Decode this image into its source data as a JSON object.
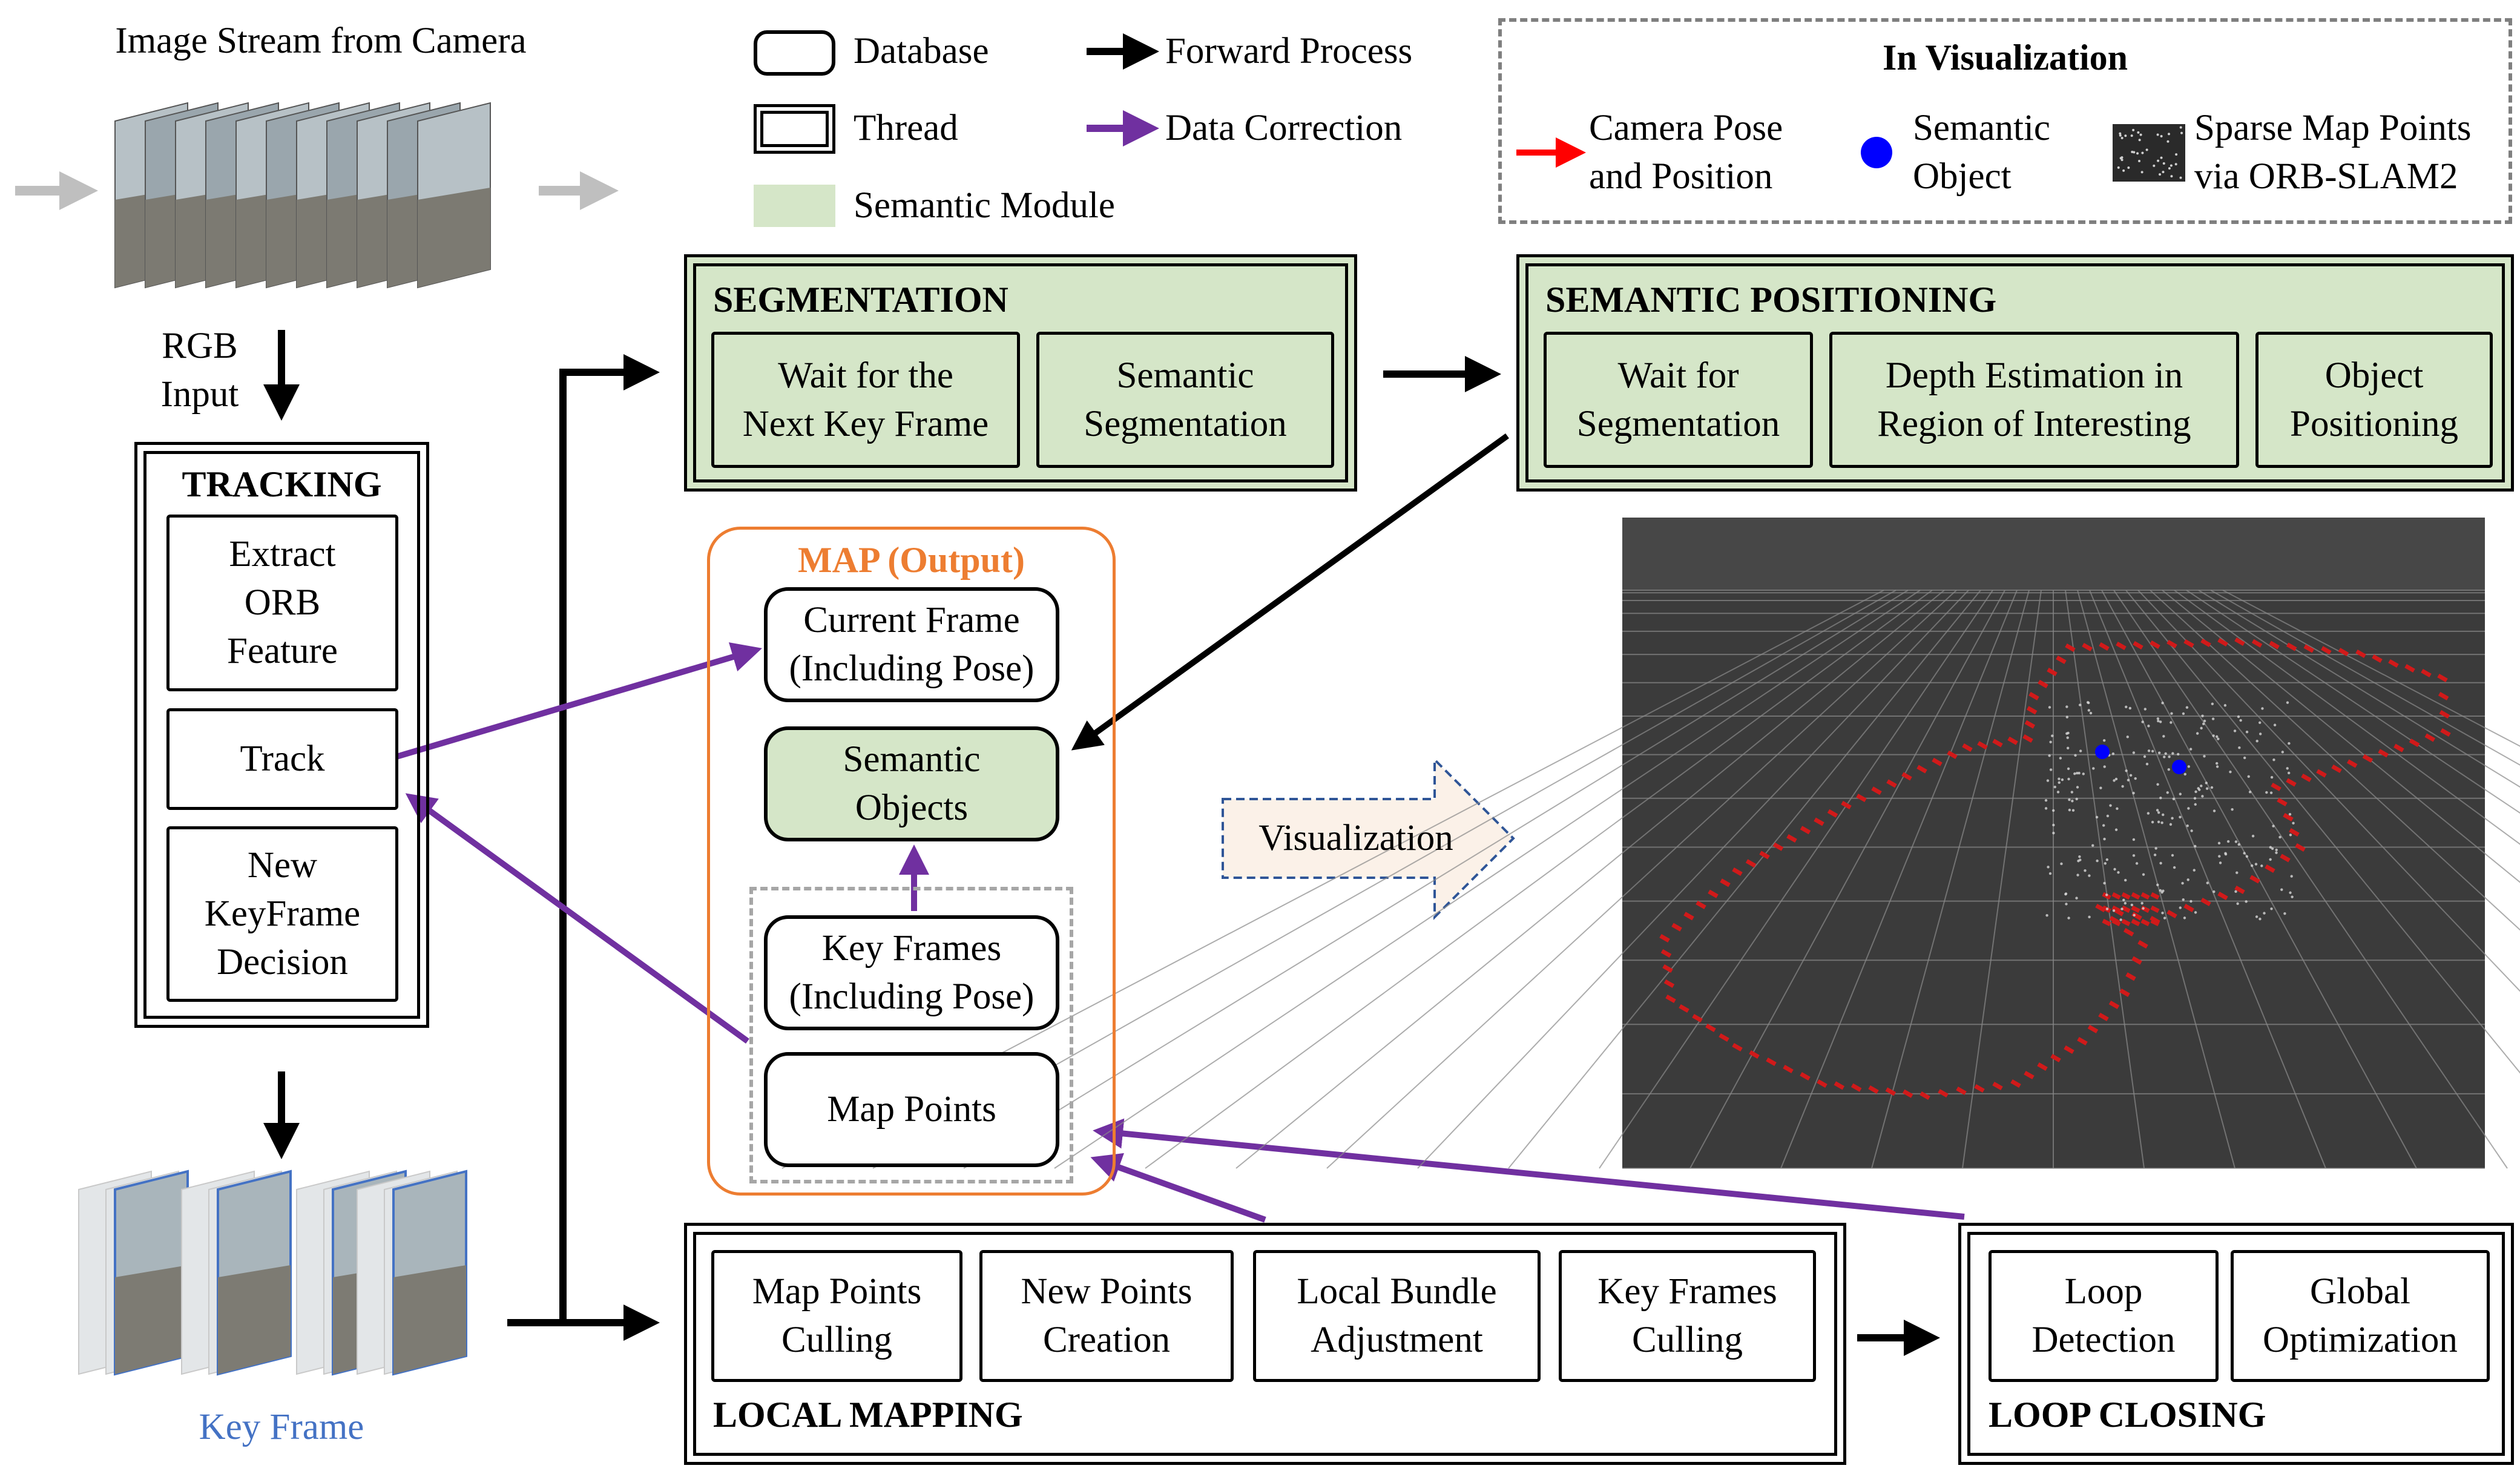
{
  "camera": {
    "title": "Image Stream from Camera",
    "rgb_input": "RGB\nInput"
  },
  "legend": {
    "database": "Database",
    "thread": "Thread",
    "semantic_module": "Semantic Module",
    "forward_process": "Forward Process",
    "data_correction": "Data Correction",
    "visualization_title": "In Visualization",
    "camera_pose": "Camera Pose\nand Position",
    "semantic_object": "Semantic\nObject",
    "sparse_map": "Sparse Map Points\nvia ORB-SLAM2"
  },
  "tracking": {
    "title": "TRACKING",
    "extract": "Extract\nORB\nFeature",
    "track": "Track",
    "new_keyframe": "New\nKeyFrame\nDecision"
  },
  "key_frame_label": "Key Frame",
  "segmentation": {
    "title": "SEGMENTATION",
    "wait": "Wait for the\nNext Key Frame",
    "semantic_seg": "Semantic\nSegmentation"
  },
  "semantic_positioning": {
    "title": "SEMANTIC POSITIONING",
    "wait": "Wait for\nSegmentation",
    "depth": "Depth Estimation in\nRegion of Interesting",
    "object": "Object\nPositioning"
  },
  "map": {
    "title": "MAP (Output)",
    "current_frame": "Current Frame\n(Including Pose)",
    "semantic_objects": "Semantic\nObjects",
    "key_frames": "Key Frames\n(Including Pose)",
    "map_points": "Map Points"
  },
  "visualization_label": "Visualization",
  "local_mapping": {
    "title": "LOCAL MAPPING",
    "culling": "Map Points\nCulling",
    "new_points": "New Points\nCreation",
    "bundle": "Local Bundle\nAdjustment",
    "kf_culling": "Key Frames\nCulling"
  },
  "loop_closing": {
    "title": "LOOP CLOSING",
    "detection": "Loop\nDetection",
    "global": "Global\nOptimization"
  },
  "colors": {
    "semantic_green": "#d5e6c8",
    "correction_purple": "#7030a0",
    "map_orange": "#ed7d31",
    "keyframe_blue": "#4472c4",
    "pose_red": "#ff0000",
    "object_blue": "#0000ff"
  }
}
